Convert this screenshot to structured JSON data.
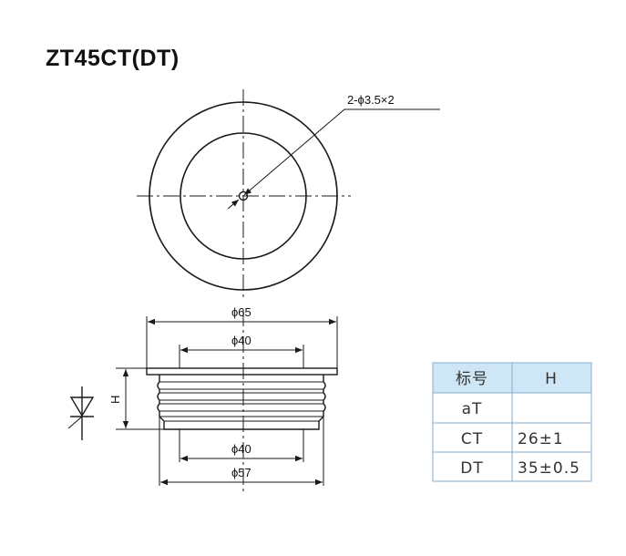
{
  "title": "ZT45CT(DT)",
  "hole_callout": "2-ϕ3.5×2",
  "dims": {
    "outer_diameter": "ϕ65",
    "top_pole_diameter": "ϕ40",
    "bottom_pole_diameter": "ϕ40",
    "body_diameter": "ϕ57",
    "height": "H"
  },
  "table": {
    "headers": [
      "标号",
      "H"
    ],
    "rows": [
      {
        "code": "aT",
        "h": ""
      },
      {
        "code": "CT",
        "h": "26±1"
      },
      {
        "code": "DT",
        "h": "35±0.5"
      }
    ]
  },
  "colors": {
    "line": "#1a1a1a",
    "table_header_bg": "#cfe6f7",
    "table_border": "#8aaecb"
  }
}
